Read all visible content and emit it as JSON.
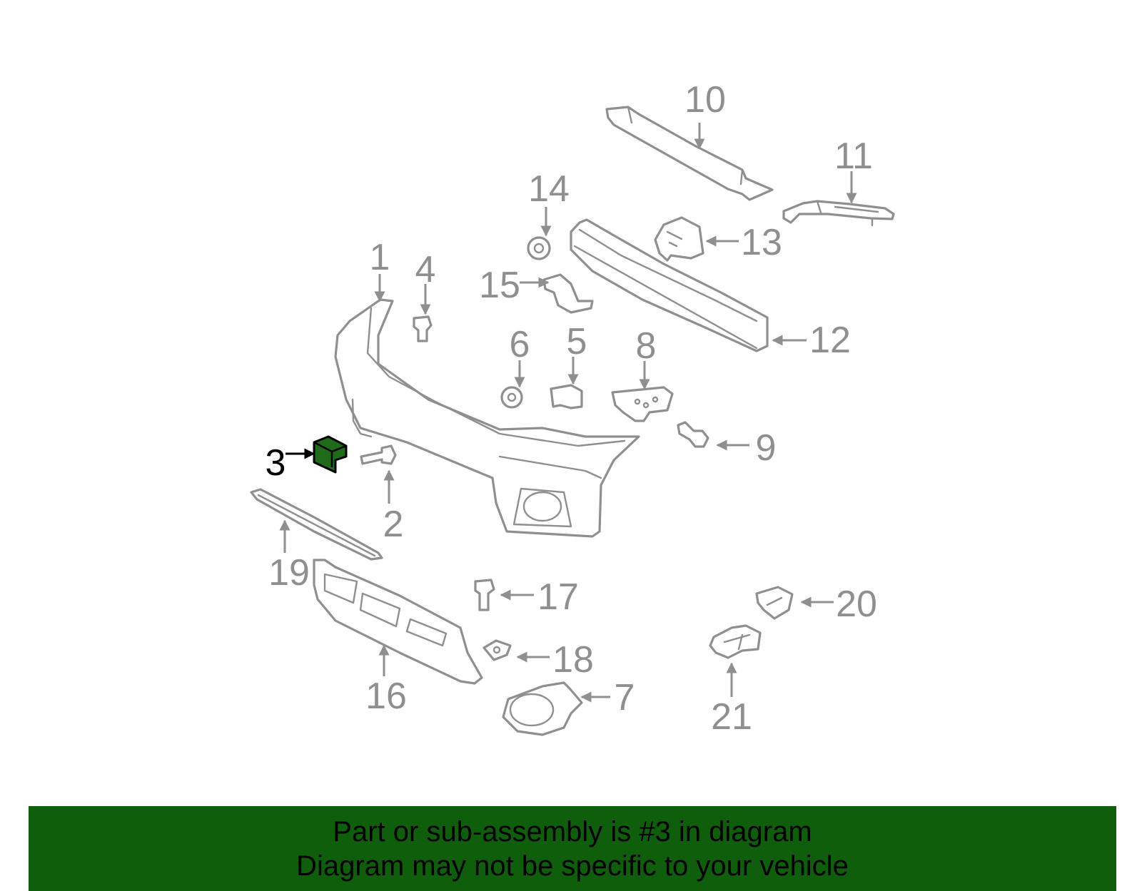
{
  "highlight": {
    "part": "3",
    "color": "#1f6b1a"
  },
  "colors": {
    "line": "#8f8f8f",
    "banner_bg": "#0f5e0b",
    "banner_text": "#000000"
  },
  "callouts": [
    "1",
    "2",
    "3",
    "4",
    "5",
    "6",
    "7",
    "8",
    "9",
    "10",
    "11",
    "12",
    "13",
    "14",
    "15",
    "16",
    "17",
    "18",
    "19",
    "20",
    "21"
  ],
  "banner": {
    "line1": "Part or sub-assembly is #3 in diagram",
    "line2": "Diagram may not be specific to your vehicle"
  }
}
